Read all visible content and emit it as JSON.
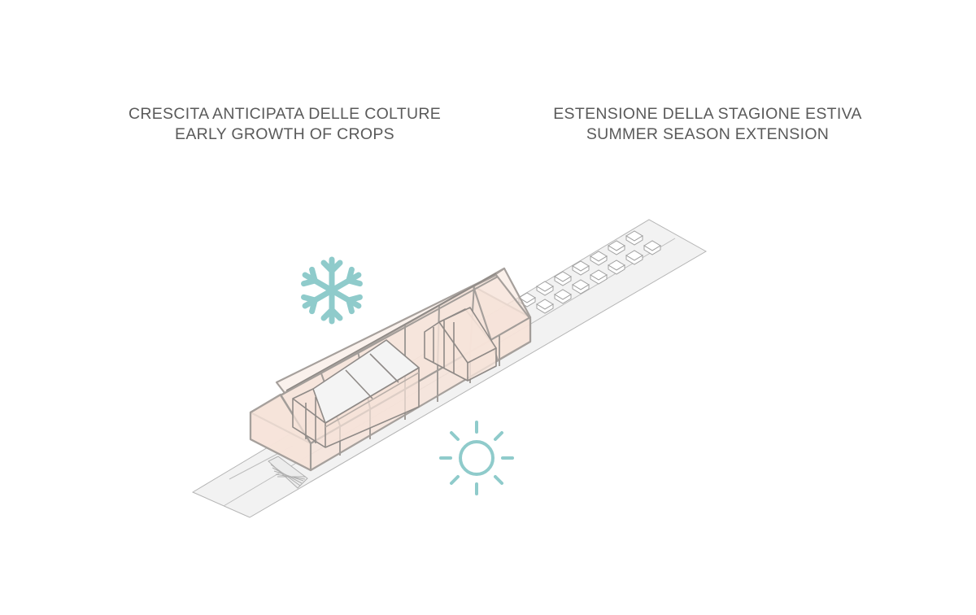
{
  "captions": {
    "left": {
      "line1": "CRESCITA ANTICIPATA DELLE COLTURE",
      "line2": "EARLY GROWTH OF CROPS"
    },
    "right": {
      "line1": "ESTENSIONE DELLA STAGIONE ESTIVA",
      "line2": "SUMMER SEASON EXTENSION"
    }
  },
  "icons": {
    "winter": "snowflake-icon",
    "summer": "sun-icon"
  },
  "colors": {
    "icon_teal": "#8fcbcb",
    "structure_fill": "#f6e3d9",
    "ground_fill": "#f2f2f2",
    "line_gray": "#a9a9a9",
    "text_gray": "#5a5a5a"
  }
}
